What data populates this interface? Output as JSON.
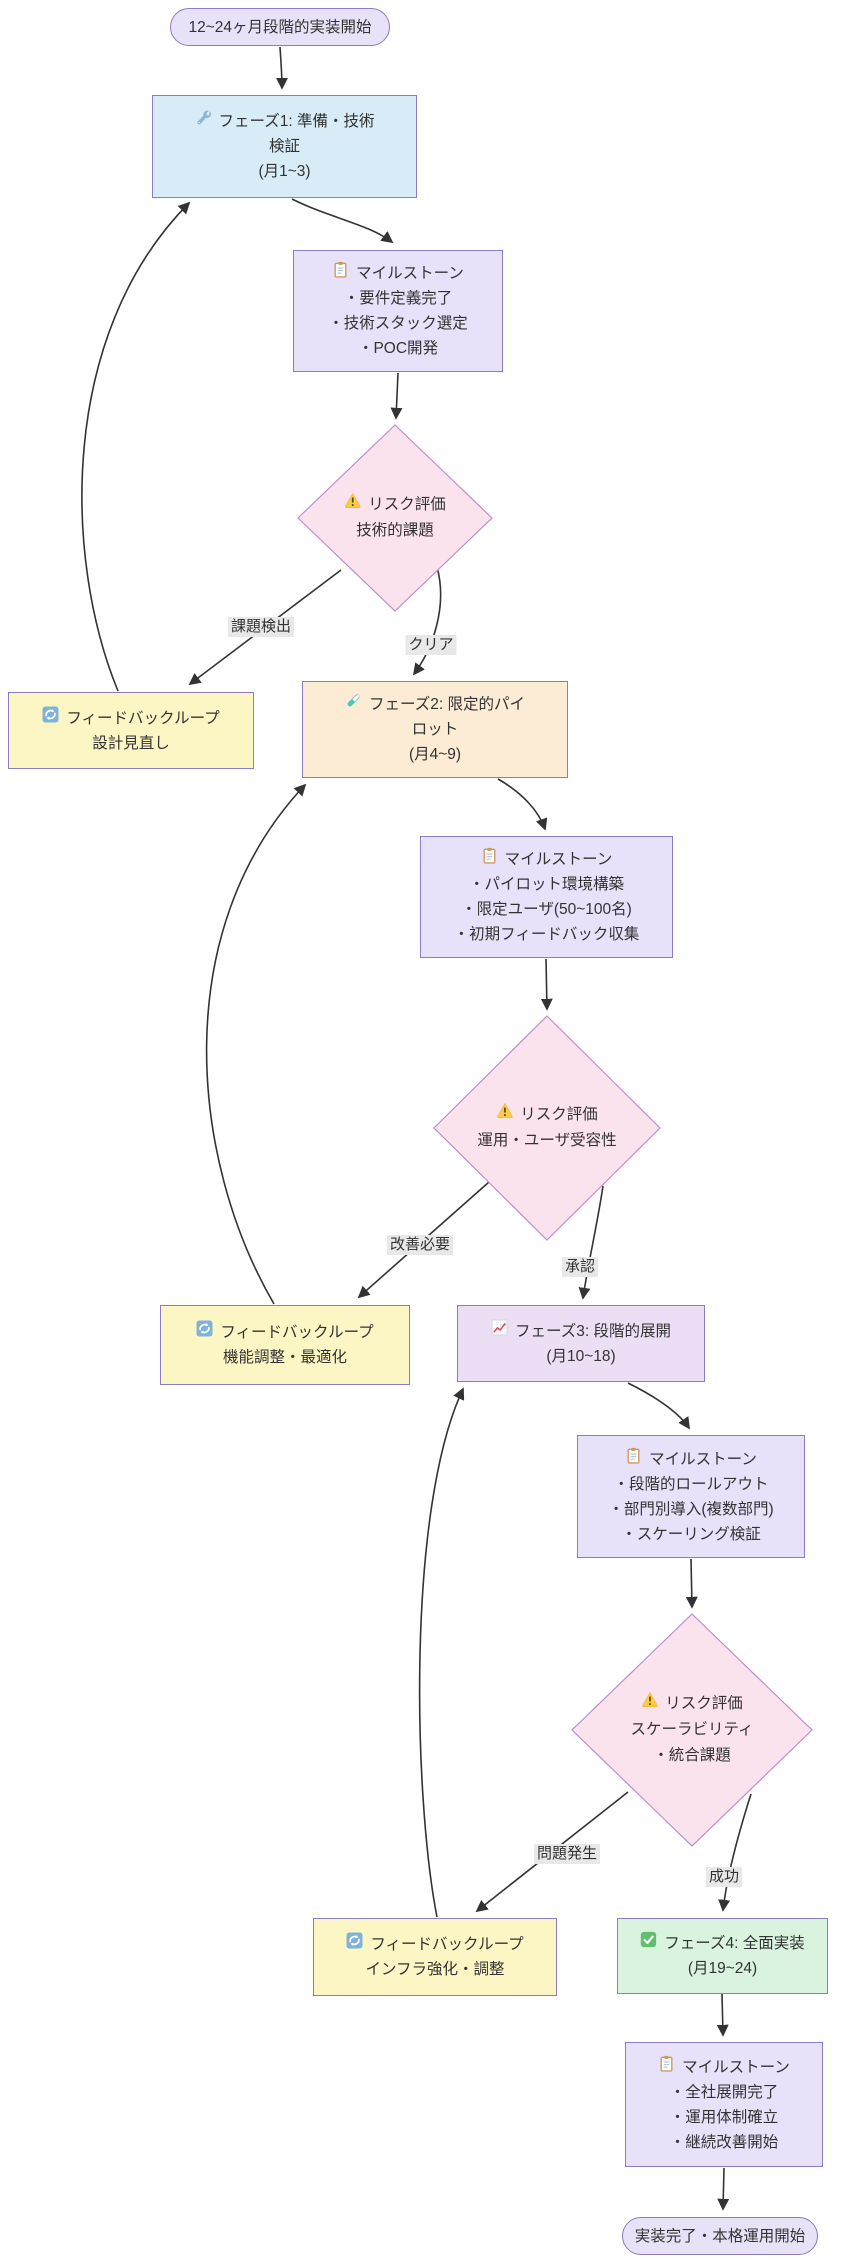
{
  "flowchart": {
    "start": {
      "label": "12~24ヶ月段階的実装開始"
    },
    "phase1": {
      "icon": "wrench-icon",
      "lines": [
        "フェーズ1: 準備・技術",
        "検証",
        "(月1~3)"
      ]
    },
    "milestone1": {
      "icon": "clipboard-icon",
      "title": "マイルストーン",
      "items": [
        "・要件定義完了",
        "・技術スタック選定",
        "・POC開発"
      ]
    },
    "risk1": {
      "icon": "warning-icon",
      "title": "リスク評価",
      "lines": [
        "技術的課題"
      ]
    },
    "feedback1": {
      "icon": "refresh-icon",
      "title": "フィードバックループ",
      "detail": "設計見直し"
    },
    "phase2": {
      "icon": "testtube-icon",
      "lines": [
        "フェーズ2: 限定的パイ",
        "ロット",
        "(月4~9)"
      ]
    },
    "milestone2": {
      "icon": "clipboard-icon",
      "title": "マイルストーン",
      "items": [
        "・パイロット環境構築",
        "・限定ユーザ(50~100名)",
        "・初期フィードバック収集"
      ]
    },
    "risk2": {
      "icon": "warning-icon",
      "title": "リスク評価",
      "lines": [
        "運用・ユーザ受容性"
      ]
    },
    "feedback2": {
      "icon": "refresh-icon",
      "title": "フィードバックループ",
      "detail": "機能調整・最適化"
    },
    "phase3": {
      "icon": "chart-icon",
      "lines": [
        "フェーズ3: 段階的展開",
        "(月10~18)"
      ]
    },
    "milestone3": {
      "icon": "clipboard-icon",
      "title": "マイルストーン",
      "items": [
        "・段階的ロールアウト",
        "・部門別導入(複数部門)",
        "・スケーリング検証"
      ]
    },
    "risk3": {
      "icon": "warning-icon",
      "title": "リスク評価",
      "lines": [
        "スケーラビリティ",
        "・統合課題"
      ]
    },
    "feedback3": {
      "icon": "refresh-icon",
      "title": "フィードバックループ",
      "detail": "インフラ強化・調整"
    },
    "phase4": {
      "icon": "check-icon",
      "lines": [
        "フェーズ4: 全面実装",
        "(月19~24)"
      ]
    },
    "milestone4": {
      "icon": "clipboard-icon",
      "title": "マイルストーン",
      "items": [
        "・全社展開完了",
        "・運用体制確立",
        "・継続改善開始"
      ]
    },
    "end": {
      "label": "実装完了・本格運用開始"
    },
    "edge_labels": {
      "risk1_fail": "課題検出",
      "risk1_pass": "クリア",
      "risk2_fail": "改善必要",
      "risk2_pass": "承認",
      "risk3_fail": "問題発生",
      "risk3_pass": "成功"
    }
  },
  "colors": {
    "terminal_fill": "#E7E2F8",
    "phase1_fill": "#D7ECF7",
    "phase2_fill": "#FCEBD5",
    "phase3_fill": "#ECDFF5",
    "phase4_fill": "#D9F3DF",
    "milestone_fill": "#E7E2FA",
    "risk_fill": "#FBE3ED",
    "feedback_fill": "#FCF6C5",
    "node_border": "#8E7CC3",
    "diamond_border": "#BB8FCD",
    "edge_color": "#333333",
    "edge_label_bg": "#E8E8E8",
    "text_color": "#333333"
  }
}
